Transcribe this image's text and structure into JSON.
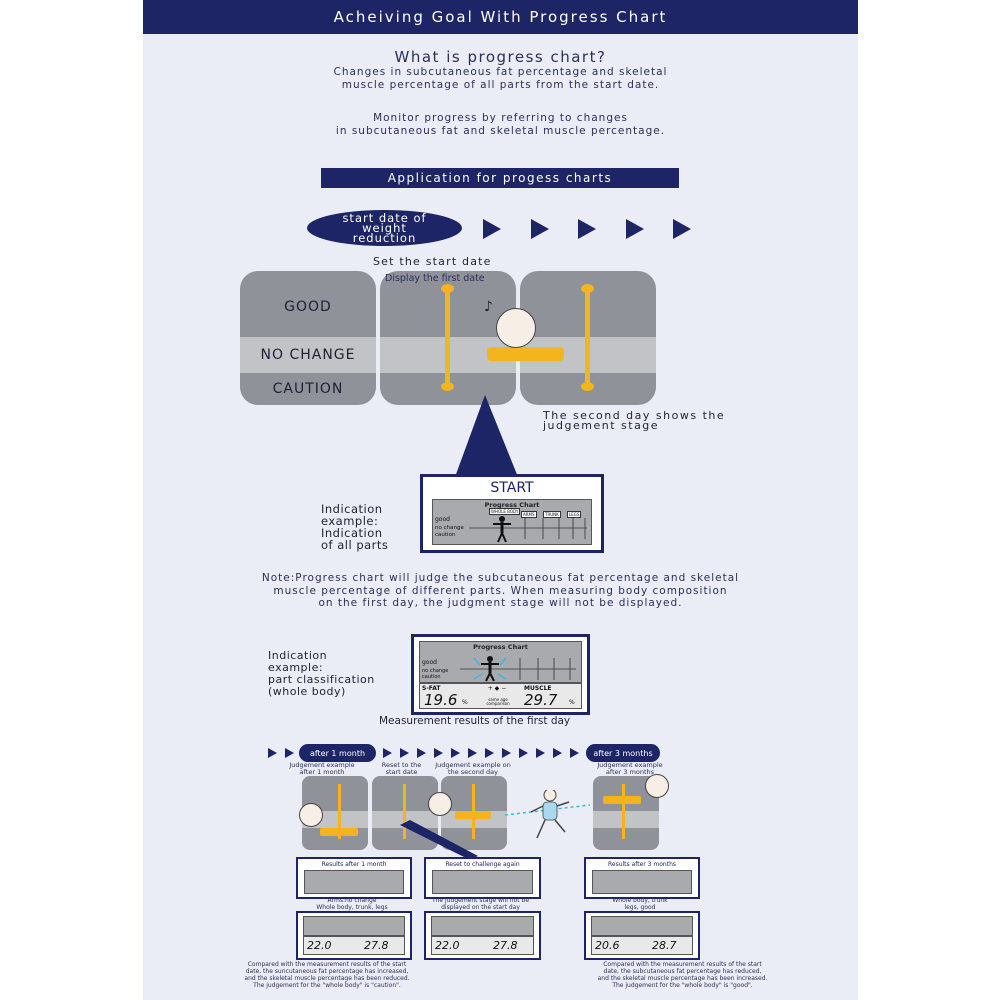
{
  "header": {
    "title": "Acheiving Goal With Progress Chart"
  },
  "intro": {
    "heading": "What is progress chart?",
    "line1": "Changes in subcutaneous fat percentage and skeletal",
    "line2": "muscle percentage of all parts from the start date.",
    "line3": "Monitor progress by referring to changes",
    "line4": "in subcutaneous fat and skeletal muscle percentage."
  },
  "application_banner": "Application for progess charts",
  "start_oval": {
    "line1": "start date of",
    "line2": "weight",
    "line3": "reduction"
  },
  "set_start_date": "Set the start date",
  "display_first_date": "Display the first date",
  "judgement_levels": {
    "good": "GOOD",
    "no_change": "NO CHANGE",
    "caution": "CAUTION"
  },
  "music_note": "♪",
  "second_day_note": {
    "line1": "The second day shows the",
    "line2": "judgement stage"
  },
  "start_screen": {
    "title": "START",
    "chart_title": "Progress Chart",
    "good": "good",
    "no_change": "no change",
    "caution": "caution",
    "whole_body": "WHOLE BODY",
    "arms": "ARMS",
    "trunk": "TRUNK",
    "legs": "LEGS"
  },
  "indication_all": {
    "line1": "Indication",
    "line2": "example:",
    "line3": "Indication",
    "line4": "of all parts"
  },
  "note": {
    "line1": "Note:Progress chart will judge the subcutaneous fat percentage and skeletal",
    "line2": "muscle percentage of different parts. When measuring body composition",
    "line3": "on the first day, the judgment stage will not be displayed."
  },
  "indication_part": {
    "line1": "Indication",
    "line2": "example:",
    "line3": "part classification",
    "line4": "(whole body)"
  },
  "first_day_screen": {
    "chart_title": "Progress Chart",
    "good": "good",
    "no_change": "no change",
    "caution": "caution",
    "sfat_label": "S-FAT",
    "sfat_value": "19.6",
    "muscle_label": "MUSCLE",
    "muscle_value": "29.7",
    "percent": "%",
    "comparison": "same age comparison"
  },
  "first_day_caption": "Measurement results of the first day",
  "timeline": {
    "after_1_month": "after 1 month",
    "after_3_months": "after 3 months",
    "judgement_1_month": {
      "line1": "Judgement example",
      "line2": "after 1 month"
    },
    "reset_start": {
      "line1": "Reset to the",
      "line2": "start date"
    },
    "judgement_second_day": {
      "line1": "Judgement example on",
      "line2": "the second day"
    },
    "judgement_3_months": {
      "line1": "Judgement example",
      "line2": "after 3 months"
    }
  },
  "cards": {
    "results_1_month": "Results after 1 month",
    "reset_challenge": "Reset to challenge again",
    "results_3_months": "Results after 3 months",
    "arms_note": {
      "line1": "Arms:no change",
      "line2": "Whole body, trunk, legs"
    },
    "reset_note": {
      "line1": "The judgement stage will not be",
      "line2": "displayed on the start day"
    },
    "three_month_note": {
      "line1": "Whole body, trunk",
      "line2": "legs, good"
    },
    "lcd_1": {
      "sfat": "22.0",
      "muscle": "27.8"
    },
    "lcd_2": {
      "sfat": "22.0",
      "muscle": "27.8"
    },
    "lcd_3": {
      "sfat": "20.6",
      "muscle": "28.7"
    }
  },
  "footnote_left": {
    "line1": "Compared with the measurement results of the start",
    "line2": "date, the suncutaneous fat percentage has increased,",
    "line3": "and the skeletal muscle percentage has been reduced.",
    "line4": "The judgement for the \"whole body\" is \"caution\"."
  },
  "footnote_right": {
    "line1": "Compared with the measurement results of the start",
    "line2": "date, the subcutaneous fat percentage has reduced,",
    "line3": "and the skeletal muscle percentage has been increased.",
    "line4": "The judgement for the \"whole body\" is \"good\"."
  },
  "colors": {
    "navy": "#1d2566",
    "yellow": "#f4b41e",
    "panel_gray": "#8f9298",
    "band_gray": "#c2c3c7",
    "background": "#eaedf5"
  }
}
